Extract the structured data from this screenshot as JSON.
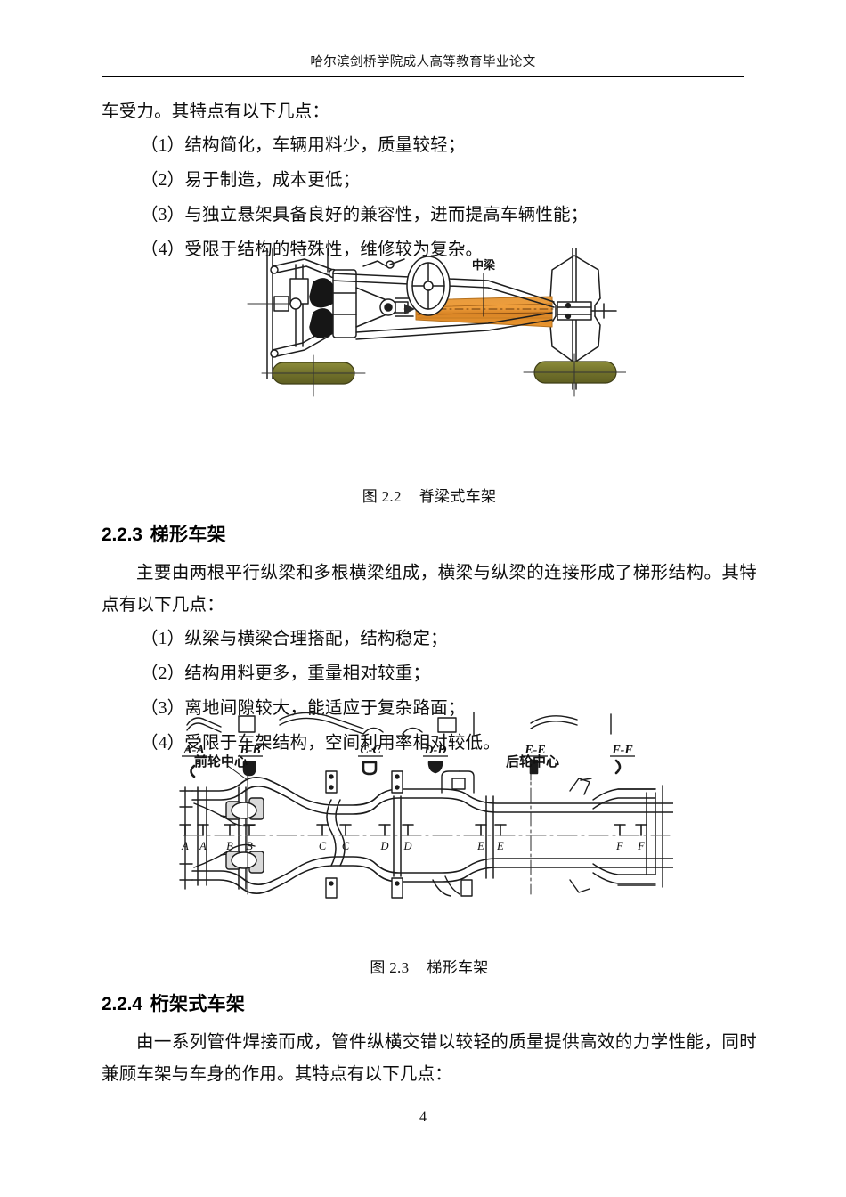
{
  "document": {
    "header_title": "哈尔滨剑桥学院成人高等教育毕业论文",
    "page_number": "4"
  },
  "content": {
    "opening_paragraph": "车受力。其特点有以下几点：",
    "backbone_features": [
      "（1）结构简化，车辆用料少，质量较轻；",
      "（2）易于制造，成本更低；",
      "（3）与独立悬架具备良好的兼容性，进而提高车辆性能；",
      "（4）受限于结构的特殊性，维修较为复杂。"
    ],
    "figure_2_2": {
      "caption_number": "图 2.2",
      "caption_title": "脊梁式车架",
      "labels": {
        "center_beam": "中梁"
      }
    },
    "section_223": {
      "number": "2.2.3",
      "title": "梯形车架",
      "paragraph": "主要由两根平行纵梁和多根横梁组成，横梁与纵梁的连接形成了梯形结构。其特点有以下几点：",
      "features": [
        "（1）纵梁与横梁合理搭配，结构稳定；",
        "（2）结构用料更多，重量相对较重；",
        "（3）离地间隙较大，能适应于复杂路面；",
        "（4）受限于车架结构，空间利用率相对较低。"
      ]
    },
    "figure_2_3": {
      "caption_number": "图 2.3",
      "caption_title": "梯形车架",
      "labels": {
        "front_wheel_center": "前轮中心",
        "rear_wheel_center": "后轮中心",
        "sections": [
          "A-A",
          "B-B",
          "C-C",
          "D-D",
          "E-E",
          "F-F"
        ],
        "section_marks": [
          "A",
          "A",
          "B",
          "B",
          "C",
          "C",
          "D",
          "D",
          "E",
          "E",
          "F",
          "F"
        ]
      }
    },
    "section_224": {
      "number": "2.2.4",
      "title": "桁架式车架",
      "paragraph": "由一系列管件焊接而成，管件纵横交错以较轻的质量提供高效的力学性能，同时兼顾车架与车身的作用。其特点有以下几点："
    }
  },
  "colors": {
    "backbone_tube": "#E8922E",
    "backbone_tube_dark": "#C9762150",
    "wheel_olive": "#77772F",
    "line_dark": "#1c1c1c",
    "paper": "#ffffff"
  }
}
